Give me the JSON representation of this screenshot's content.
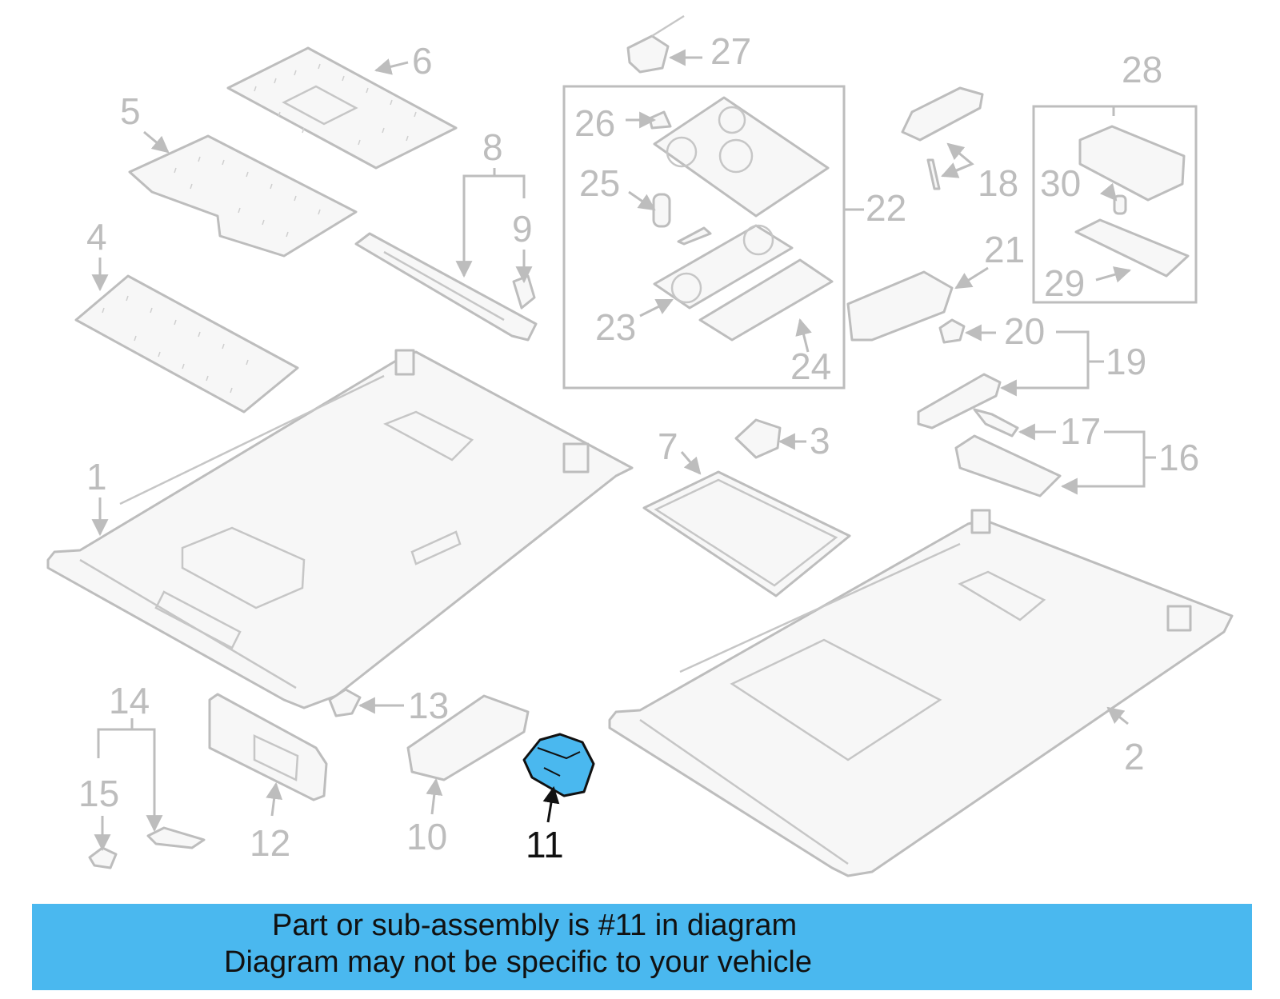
{
  "diagram": {
    "labels": {
      "l1": "1",
      "l2": "2",
      "l3": "3",
      "l4": "4",
      "l5": "5",
      "l6": "6",
      "l7": "7",
      "l8": "8",
      "l9": "9",
      "l10": "10",
      "l11": "11",
      "l12": "12",
      "l13": "13",
      "l14": "14",
      "l15": "15",
      "l16": "16",
      "l17": "17",
      "l18": "18",
      "l19": "19",
      "l20": "20",
      "l21": "21",
      "l22": "22",
      "l23": "23",
      "l24": "24",
      "l25": "25",
      "l26": "26",
      "l27": "27",
      "l28": "28",
      "l29": "29",
      "l30": "30"
    },
    "highlight_part": "11",
    "colors": {
      "highlight_fill": "#4ab8ef",
      "part_stroke": "#bdbdbd",
      "footer_band": "#4ab8ef"
    }
  },
  "footer": {
    "line1": "Part or sub-assembly is #11 in diagram",
    "line2": "Diagram may not be specific to your vehicle"
  }
}
